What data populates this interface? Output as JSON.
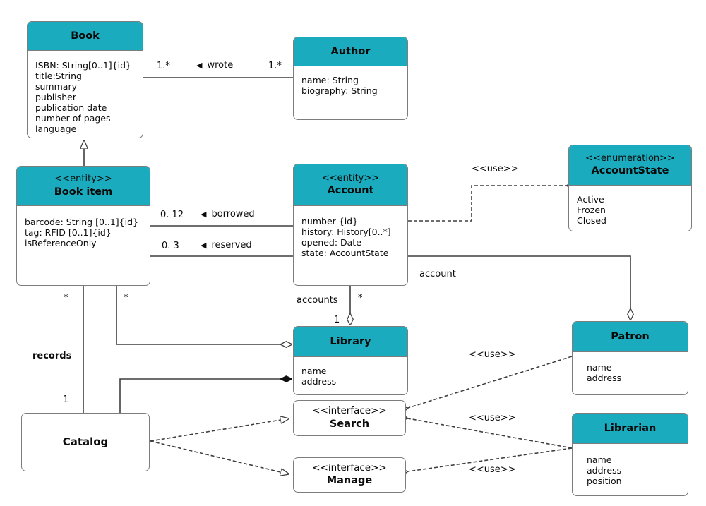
{
  "colors": {
    "header_teal": "#1aacbe",
    "border_gray": "#7d7d7d",
    "line_dark": "#3f3f3f"
  },
  "classes": {
    "book": {
      "name": "Book",
      "attributes": [
        "ISBN: String[0..1]{id}",
        "title:String",
        "summary",
        "publisher",
        "publication date",
        "number of pages",
        "language"
      ]
    },
    "author": {
      "name": "Author",
      "attributes": [
        "name: String",
        "biography: String"
      ]
    },
    "book_item": {
      "stereotype": "<<entity>>",
      "name": "Book item",
      "attributes": [
        "barcode: String [0..1]{id}",
        "tag: RFID [0..1]{id}",
        "isReferenceOnly"
      ]
    },
    "account": {
      "stereotype": "<<entity>>",
      "name": "Account",
      "attributes": [
        "number {id}",
        "history: History[0..*]",
        "opened: Date",
        "state: AccountState"
      ]
    },
    "account_state": {
      "stereotype": "<<enumeration>>",
      "name": "AccountState",
      "attributes": [
        "Active",
        "Frozen",
        "Closed"
      ]
    },
    "library": {
      "name": "Library",
      "attributes": [
        "name",
        "address"
      ]
    },
    "patron": {
      "name": "Patron",
      "attributes": [
        "name",
        "address"
      ]
    },
    "catalog": {
      "name": "Catalog"
    },
    "search": {
      "stereotype": "<<interface>>",
      "name": "Search"
    },
    "manage": {
      "stereotype": "<<interface>>",
      "name": "Manage"
    },
    "librarian": {
      "name": "Librarian",
      "attributes": [
        "name",
        "address",
        "position"
      ]
    }
  },
  "labels": {
    "wrote": {
      "arrow": "◀",
      "text": "wrote",
      "mult_left": "1.*",
      "mult_right": "1.*"
    },
    "borrowed": {
      "arrow": "◀",
      "text": "borrowed",
      "mult": "0. 12"
    },
    "reserved": {
      "arrow": "◀",
      "text": "reserved",
      "mult": "0. 3"
    },
    "use_account_state": "<<use>>",
    "use_patron_search": "<<use>>",
    "use_librarian_search": "<<use>>",
    "use_librarian_manage": "<<use>>",
    "account": "account",
    "accounts": "accounts",
    "accounts_mult": "*",
    "accounts_one": "1",
    "library_agg_mult": "*",
    "records": "records",
    "records_mult": "*",
    "records_one": "1"
  }
}
